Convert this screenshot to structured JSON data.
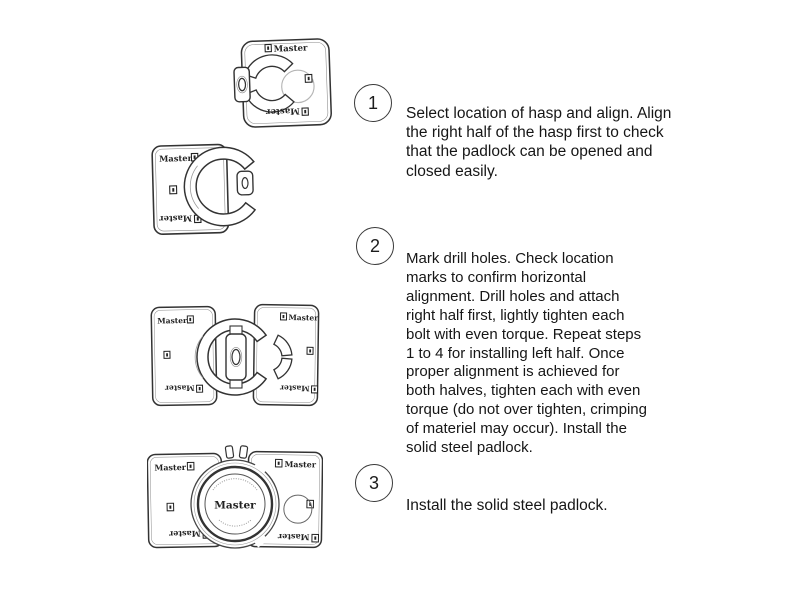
{
  "brand": "Master",
  "steps": [
    {
      "number": "1",
      "text": "Select location of hasp and align. Align the right half of the hasp first to check that the padlock can be opened and closed easily."
    },
    {
      "number": "2",
      "text": "Mark drill holes. Check location marks to confirm horizontal alignment. Drill holes and attach right half first, lightly tighten each bolt with even torque. Repeat steps 1 to 4 for installing left half. Once proper alignment is achieved for both halves, tighten each with even torque (do not over tighten, crimping of materiel may occur). Install the solid steel padlock."
    },
    {
      "number": "3",
      "text": "Install the solid steel padlock."
    }
  ],
  "illustrations": [
    {
      "name": "hasp-right-half"
    },
    {
      "name": "hasp-left-half"
    },
    {
      "name": "hasp-halves-aligned"
    },
    {
      "name": "hasp-with-padlock-installed"
    }
  ],
  "colors": {
    "line": "#333333",
    "shade": "#b5b5b5",
    "text": "#161616"
  }
}
